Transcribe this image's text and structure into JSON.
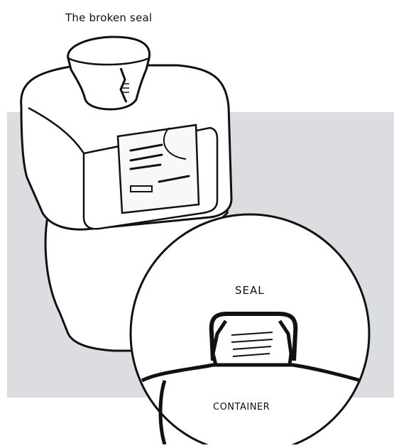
{
  "labels": {
    "title": "The broken seal",
    "seal": "SEAL",
    "container": "CONTAINER"
  },
  "colors": {
    "panel": "#dcdde0",
    "ink": "#111111",
    "paper": "#ffffff"
  }
}
